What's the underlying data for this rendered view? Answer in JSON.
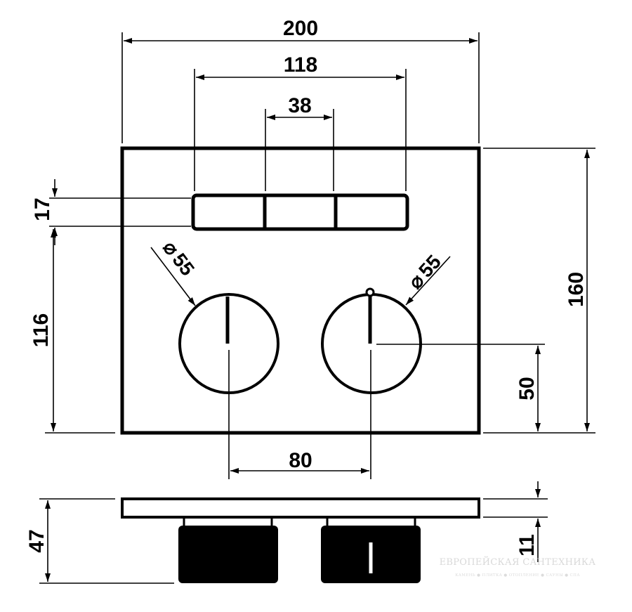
{
  "drawing": {
    "dimensions": {
      "overall_width": "200",
      "button_block_width": "118",
      "button_width": "38",
      "button_height": "17",
      "knob_center_from_top_button": "116",
      "overall_height": "160",
      "knob_center_height": "50",
      "knob_spacing": "80",
      "total_depth": "47",
      "plate_thickness": "11"
    },
    "knob_diameter_left": "55",
    "knob_diameter_right": "55",
    "diameter_symbol": "⌀"
  },
  "watermark": {
    "brand": "ЕВРОПЕЙСКАЯ САНТЕХНИКА",
    "tagline": "КАМЕНЬ ● ПЛИТКА ● ОТОПЛЕНИЕ ● САУНЫ ● СПА"
  }
}
